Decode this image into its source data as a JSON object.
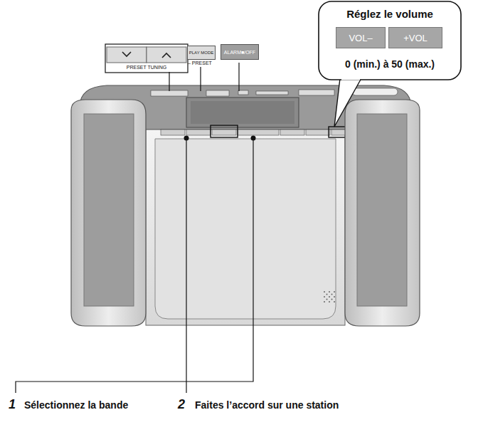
{
  "diagram": {
    "nodes": [
      {
        "text": [
          "Réglez le volume",
          "0 (min.) à 50 (max.)"
        ]
      },
      {
        "text": [
          "VOL–"
        ],
        "in": 0
      },
      {
        "text": [
          "+VOL"
        ],
        "in": 0
      },
      {
        "text": [
          "PLAY MODE"
        ]
      },
      {
        "text": [
          "ALARM■/OFF"
        ]
      }
    ],
    "labels": [
      "PRESET TUNING",
      "– PRESET",
      "1",
      "Sélectionnez la bande",
      "2",
      "Faites l’accord sur une station"
    ]
  }
}
